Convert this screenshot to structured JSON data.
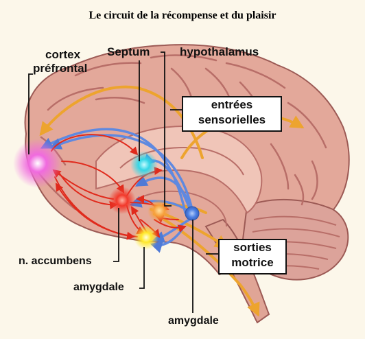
{
  "title": "Le circuit de la récompense et du plaisir",
  "labels": {
    "cortex_line1": "cortex",
    "cortex_line2": "préfrontal",
    "septum": "Septum",
    "hypothalamus": "hypothalamus",
    "n_accumbens": "n. accumbens",
    "amygdale_left": "amygdale",
    "amygdale_bottom": "amygdale"
  },
  "boxes": {
    "entrees_line1": "entrées",
    "entrees_line2": "sensorielles",
    "sorties_line1": "sorties",
    "sorties_line2": "motrice"
  },
  "colors": {
    "background": "#fcf7ea",
    "brain": "#e3a89a",
    "brain_fold": "#b86e68",
    "cerebellum": "#dca39a",
    "arrow_orange": "#eda42e",
    "arrow_blue": "#5f89e0",
    "arrow_red": "#e02a1c",
    "cortex_region": "#f06adf",
    "septum_region": "#33d6e6",
    "accumbens_region": "#f2382a",
    "hypothalamus_region": "#f6a03c",
    "amygdala_region": "#ffe82a",
    "amygdala_blue": "#4c7fe3"
  }
}
